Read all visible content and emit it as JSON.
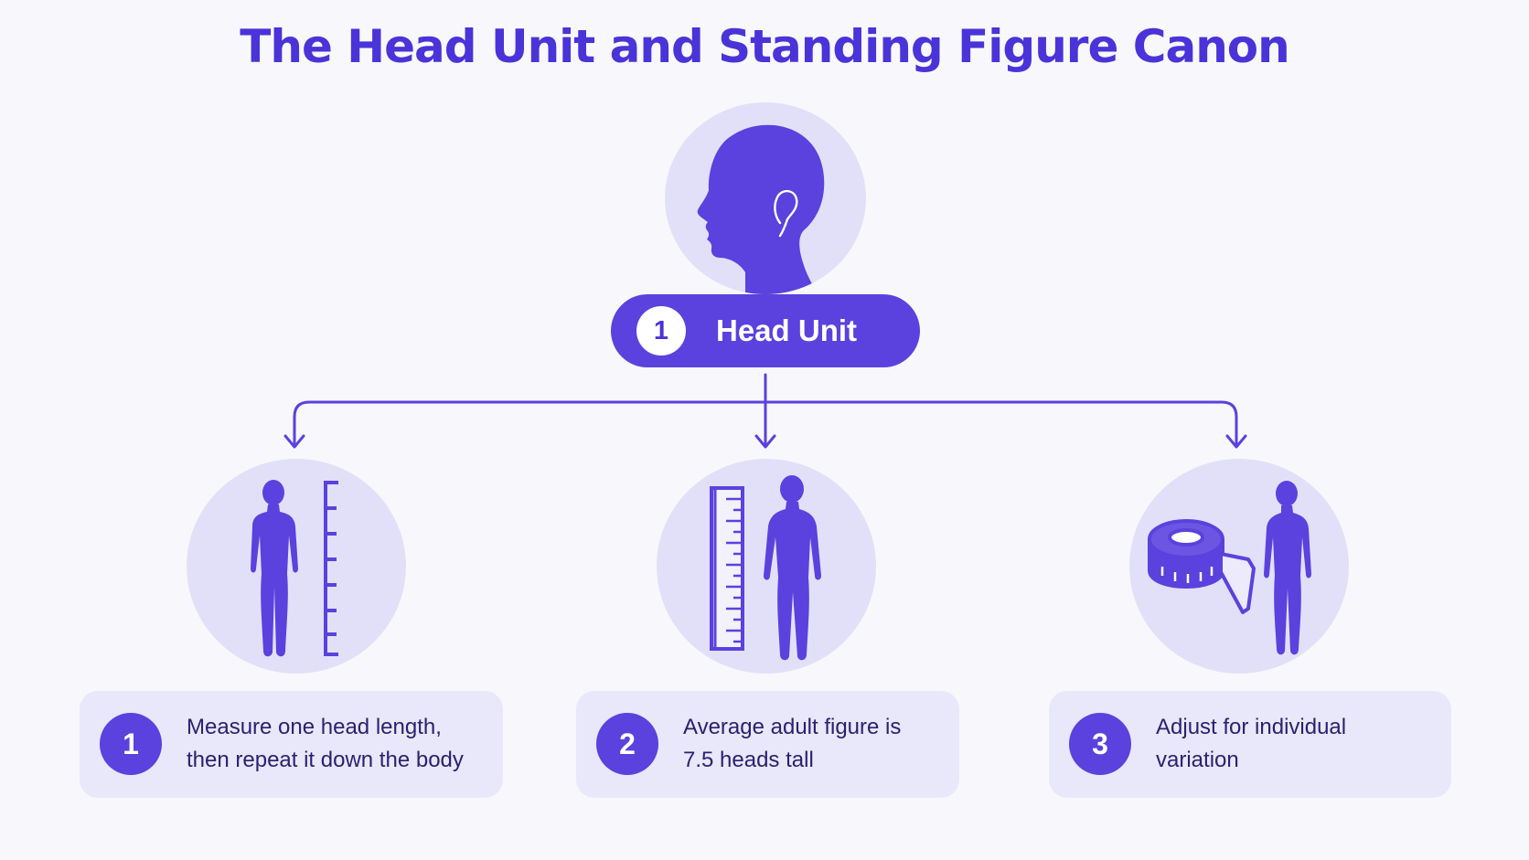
{
  "title": "The Head Unit and Standing Figure Canon",
  "colors": {
    "accent": "#5b41dd",
    "title": "#4a33d8",
    "circle_bg": "#e2e0f8",
    "card_bg": "#e9e7fa",
    "page_bg": "#f8f8fc"
  },
  "root": {
    "number": "1",
    "label": "Head Unit",
    "icon": "head-profile-icon"
  },
  "steps": [
    {
      "number": "1",
      "text": "Measure one head length,\nthen repeat it down the body",
      "icon": "figure-with-ruler-icon"
    },
    {
      "number": "2",
      "text": "Average adult figure is\n7.5 heads tall",
      "icon": "ruler-with-figure-icon"
    },
    {
      "number": "3",
      "text": "Adjust for individual\nvariation",
      "icon": "tape-measure-icon"
    }
  ]
}
